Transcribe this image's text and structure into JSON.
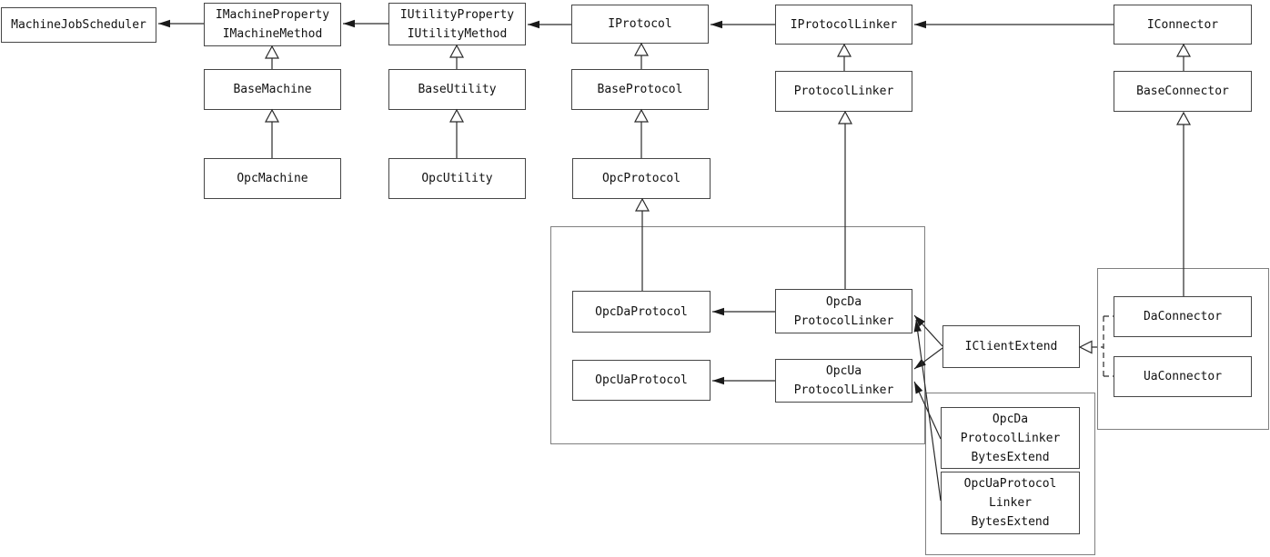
{
  "diagram": {
    "kind": "uml-class-diagram",
    "colors": {
      "background": "#ffffff",
      "box_border": "#464646",
      "group_border": "#7f7f7f",
      "text": "#111111",
      "edge": "#2a2a2a"
    }
  },
  "nodes": {
    "machine_job_scheduler": "MachineJobScheduler",
    "i_machine": "IMachineProperty\nIMachineMethod",
    "i_utility": "IUtilityProperty\nIUtilityMethod",
    "i_protocol": "IProtocol",
    "i_protocol_linker": "IProtocolLinker",
    "i_connector": "IConnector",
    "base_machine": "BaseMachine",
    "base_utility": "BaseUtility",
    "base_protocol": "BaseProtocol",
    "protocol_linker": "ProtocolLinker",
    "base_connector": "BaseConnector",
    "opc_machine": "OpcMachine",
    "opc_utility": "OpcUtility",
    "opc_protocol": "OpcProtocol",
    "opc_da_protocol": "OpcDaProtocol",
    "opc_da_protocol_linker": "OpcDa\nProtocolLinker",
    "opc_ua_protocol": "OpcUaProtocol",
    "opc_ua_protocol_linker": "OpcUa\nProtocolLinker",
    "i_client_extend": "IClientExtend",
    "da_connector": "DaConnector",
    "ua_connector": "UaConnector",
    "opc_da_bytes": "OpcDa\nProtocolLinker\nBytesExtend",
    "opc_ua_bytes": "OpcUaProtocol\nLinker\nBytesExtend"
  },
  "edges": [
    {
      "from": "i_machine",
      "to": "machine_job_scheduler",
      "type": "arrow"
    },
    {
      "from": "i_utility",
      "to": "i_machine",
      "type": "arrow"
    },
    {
      "from": "i_protocol",
      "to": "i_utility",
      "type": "arrow"
    },
    {
      "from": "i_protocol_linker",
      "to": "i_protocol",
      "type": "arrow"
    },
    {
      "from": "i_connector",
      "to": "i_protocol_linker",
      "type": "arrow"
    },
    {
      "from": "opc_da_protocol_linker",
      "to": "opc_da_protocol",
      "type": "arrow"
    },
    {
      "from": "opc_ua_protocol_linker",
      "to": "opc_ua_protocol",
      "type": "arrow"
    },
    {
      "from": "i_client_extend",
      "to": "opc_da_protocol_linker",
      "type": "arrow"
    },
    {
      "from": "i_client_extend",
      "to": "opc_ua_protocol_linker",
      "type": "arrow"
    },
    {
      "from": "opc_da_bytes",
      "to": "opc_ua_protocol_linker",
      "type": "arrow"
    },
    {
      "from": "opc_ua_bytes",
      "to": "opc_da_protocol_linker",
      "type": "arrow"
    },
    {
      "from": "base_machine",
      "to": "i_machine",
      "type": "inheritance"
    },
    {
      "from": "base_utility",
      "to": "i_utility",
      "type": "inheritance"
    },
    {
      "from": "base_protocol",
      "to": "i_protocol",
      "type": "inheritance"
    },
    {
      "from": "protocol_linker",
      "to": "i_protocol_linker",
      "type": "inheritance"
    },
    {
      "from": "base_connector",
      "to": "i_connector",
      "type": "inheritance"
    },
    {
      "from": "opc_machine",
      "to": "base_machine",
      "type": "inheritance"
    },
    {
      "from": "opc_utility",
      "to": "base_utility",
      "type": "inheritance"
    },
    {
      "from": "opc_protocol",
      "to": "base_protocol",
      "type": "inheritance"
    },
    {
      "from": "opc_da_protocol",
      "to": "opc_protocol",
      "type": "inheritance"
    },
    {
      "from": "opc_da_protocol_linker",
      "to": "protocol_linker",
      "type": "inheritance"
    },
    {
      "from": "da_connector",
      "to": "base_connector",
      "type": "inheritance"
    },
    {
      "from": "da_connector",
      "to": "i_client_extend",
      "type": "realization"
    },
    {
      "from": "ua_connector",
      "to": "i_client_extend",
      "type": "realization"
    }
  ]
}
